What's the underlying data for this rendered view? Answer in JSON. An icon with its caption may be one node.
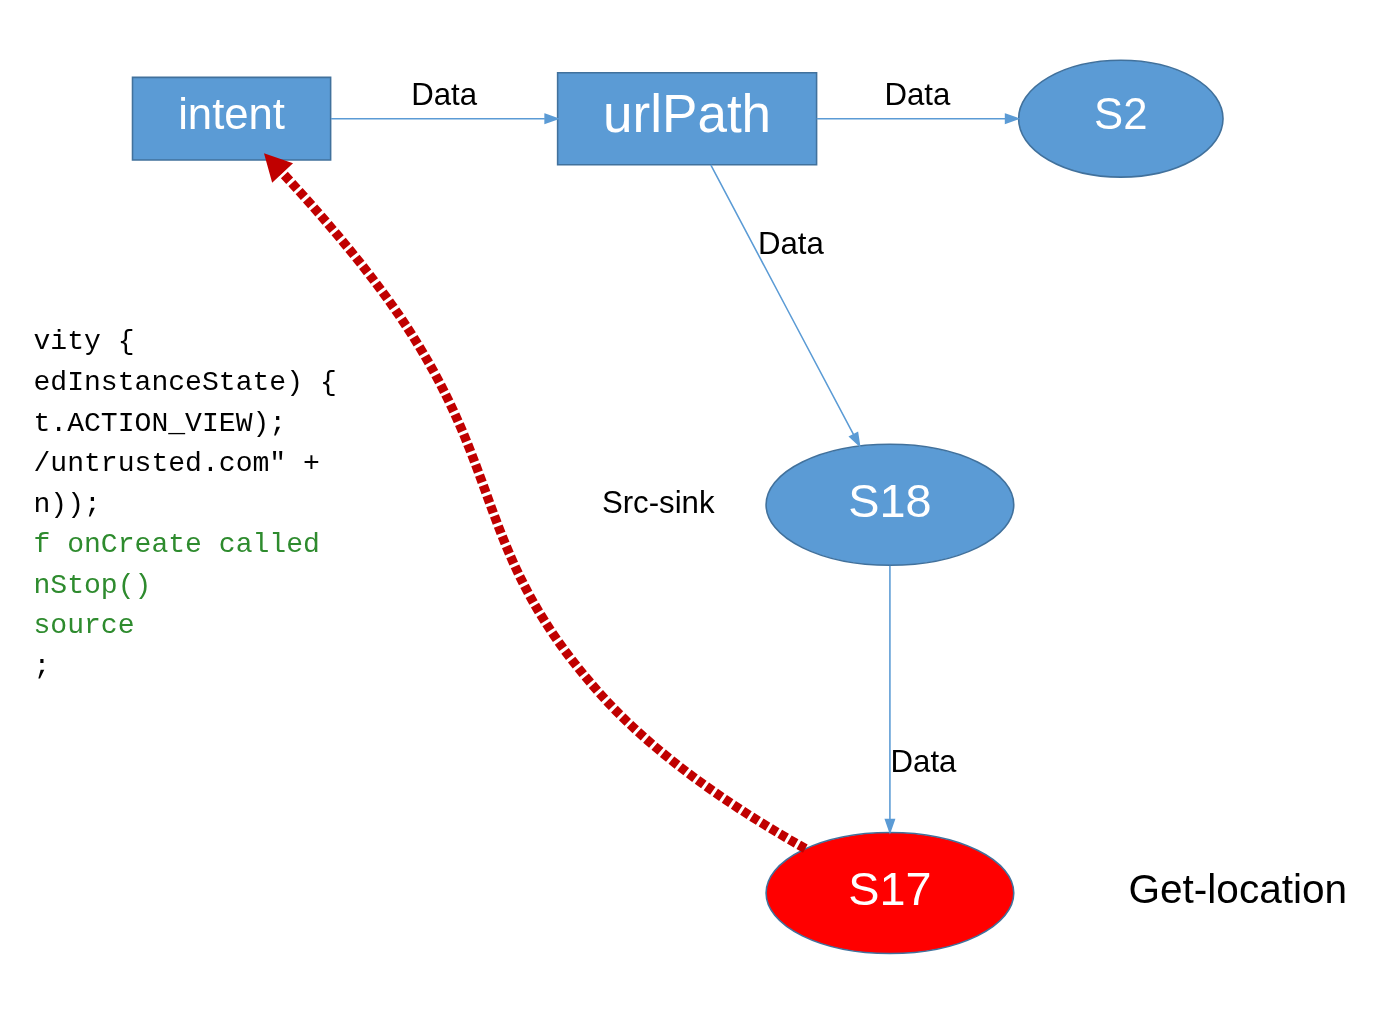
{
  "diagram": {
    "nodes": [
      {
        "text": [
          "intent"
        ]
      },
      {
        "text": [
          "urlPath"
        ]
      },
      {
        "text": [
          "S2"
        ]
      },
      {
        "text": [
          "S18"
        ]
      },
      {
        "text": [
          "S17"
        ],
        "beside": [
          "Get-location"
        ]
      }
    ],
    "edges": [
      {
        "from": 0,
        "to": 1,
        "arrow": "to",
        "label": "Data"
      },
      {
        "from": 1,
        "to": 2,
        "arrow": "to",
        "label": "Data"
      },
      {
        "from": 1,
        "to": 3,
        "arrow": "to",
        "label": "Data"
      },
      {
        "from": 3,
        "to": 4,
        "arrow": "to",
        "label": "Data"
      },
      {
        "from": 4,
        "to": 0,
        "arrow": "to",
        "label": "Src-sink",
        "style": "dashed",
        "color": "#c00000"
      }
    ],
    "labels": [
      "vity {",
      "edInstanceState) {",
      "t.ACTION_VIEW);",
      "/untrusted.com\" +",
      "n));",
      "f onCreate called",
      "nStop()",
      "source",
      ";"
    ]
  }
}
